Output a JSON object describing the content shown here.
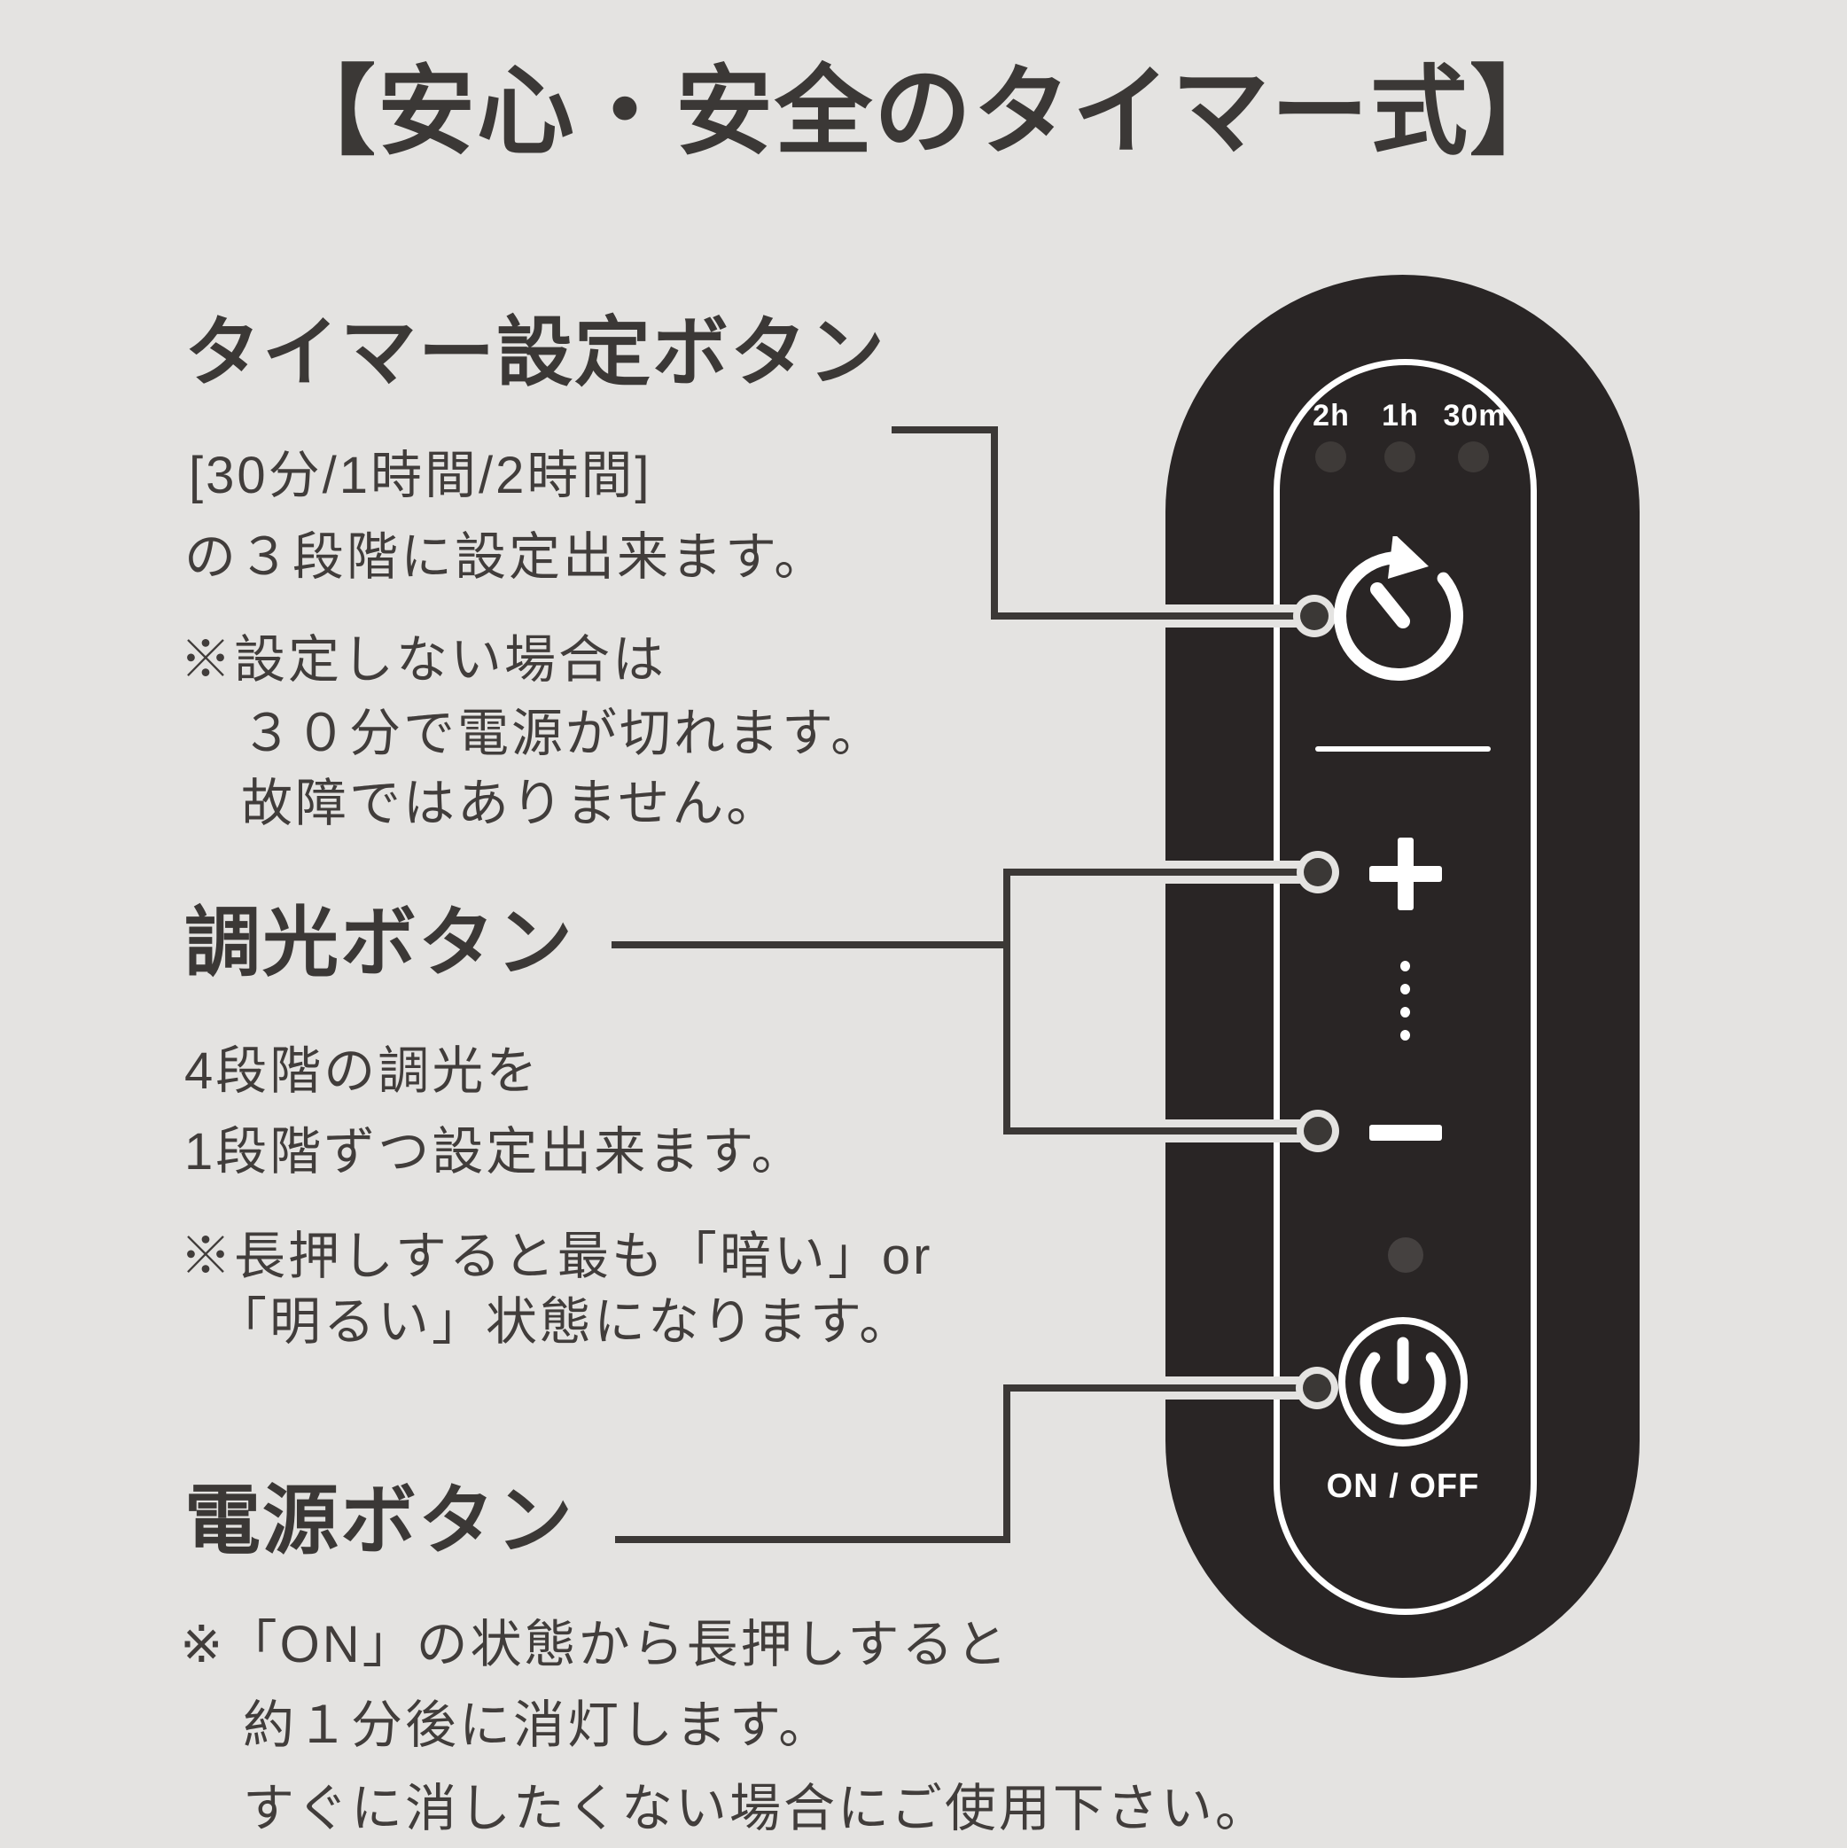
{
  "title": "【安心・安全のタイマー式】",
  "sections": {
    "timer": {
      "heading": "タイマー設定ボタン",
      "line1": "[30分/1時間/2時間]",
      "line2": "の３段階に設定出来ます。",
      "note1": "※設定しない場合は",
      "note2": "３０分で電源が切れます。",
      "note3": "故障ではありません。"
    },
    "dimmer": {
      "heading": "調光ボタン",
      "line1": "4段階の調光を",
      "line2": "1段階ずつ設定出来ます。",
      "note1": "※長押しすると最も「暗い」or",
      "note2": "「明るい」状態になります。"
    },
    "power": {
      "heading": "電源ボタン",
      "note1": "※「ON」の状態から長押しすると",
      "note2": "約１分後に消灯します。",
      "note3": "すぐに消したくない場合にご使用下さい。"
    }
  },
  "device": {
    "timer_labels": [
      "2h",
      "1h",
      "30m"
    ],
    "on_off_label": "ON / OFF",
    "icons": [
      "timer-icon",
      "plus-icon",
      "dots-separator-icon",
      "minus-icon",
      "power-icon"
    ],
    "leds": [
      "2h-led",
      "1h-led",
      "30m-led",
      "status-led"
    ]
  },
  "colors": {
    "background": "#e4e3e1",
    "ink": "#3b3836",
    "device_body": "#292525",
    "led_off": "#3e3a38",
    "indicator_off": "#454140",
    "icon_white": "#ffffff"
  }
}
